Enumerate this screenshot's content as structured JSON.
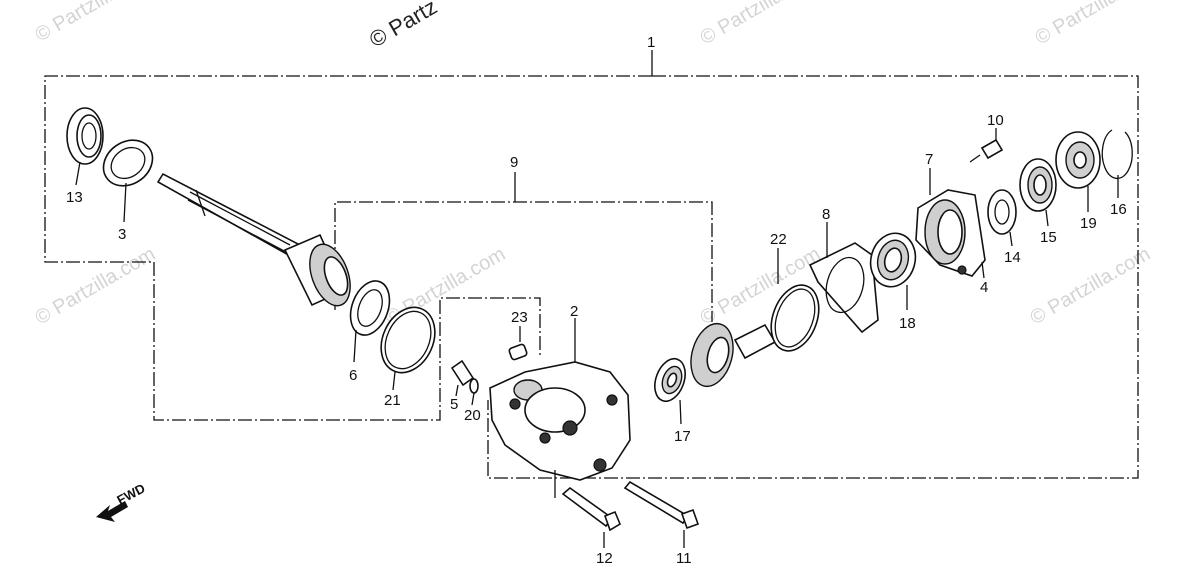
{
  "watermark": {
    "text": "© Partzilla.com",
    "dark_text": "© Partz"
  },
  "direction": {
    "label": "FWD"
  },
  "callouts": [
    "1",
    "2",
    "3",
    "4",
    "5",
    "6",
    "7",
    "8",
    "9",
    "10",
    "11",
    "12",
    "13",
    "14",
    "15",
    "16",
    "17",
    "18",
    "19",
    "20",
    "21",
    "22",
    "23"
  ]
}
